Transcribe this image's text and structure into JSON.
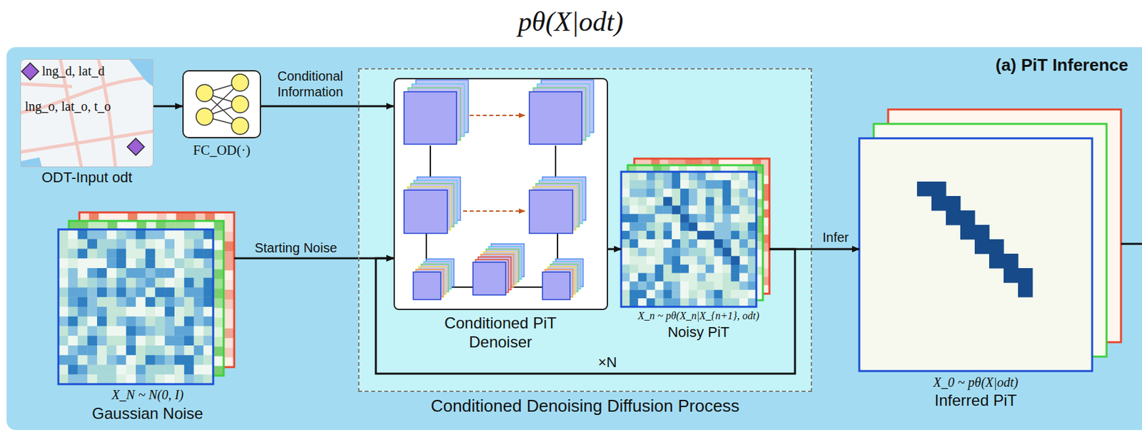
{
  "diagram": {
    "title": "pθ(X|odt)",
    "nodes": [
      {
        "text": [
          "(a) PiT Inference"
        ]
      },
      {
        "text": [
          "ODT-Input odt"
        ],
        "in": 0
      },
      {
        "text": [
          "FC_OD(·)"
        ],
        "in": 0
      },
      {
        "text": [
          "X_N ~ N(0, I)",
          "Gaussian Noise"
        ],
        "in": 0
      },
      {
        "text": [
          "Conditioned Denoising Diffusion Process"
        ],
        "in": 0
      },
      {
        "text": [
          "Conditioned PiT Denoiser"
        ],
        "in": 4
      },
      {
        "text": [
          "X_n ~ pθ(X_n|X_{n+1}, odt)",
          "Noisy PiT"
        ],
        "in": 4
      },
      {
        "text": [
          "X_0 ~ pθ(X|odt)",
          "Inferred PiT"
        ],
        "in": 0
      }
    ],
    "edges": [
      {
        "from": 1,
        "to": 2,
        "arrow": "to"
      },
      {
        "from": 2,
        "to": 5,
        "arrow": "to",
        "label": "Conditional Information"
      },
      {
        "from": 3,
        "to": 5,
        "arrow": "to",
        "label": "Starting Noise"
      },
      {
        "from": 5,
        "to": 6,
        "arrow": "to"
      },
      {
        "from": 6,
        "to": 7,
        "arrow": "to",
        "label": "Infer"
      },
      {
        "from": 6,
        "to": 5,
        "arrow": "to",
        "label": "×N"
      }
    ],
    "labels": [
      "lng_d, lat_d",
      "lng_o, lat_o, t_o"
    ]
  }
}
